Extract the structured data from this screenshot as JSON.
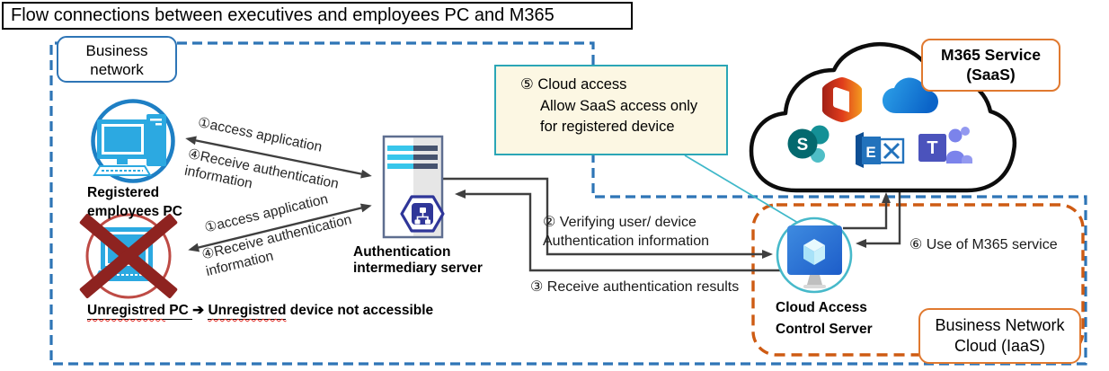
{
  "title": "Flow connections between executives and employees PC and M365",
  "labels": {
    "business_network": "Business\nnetwork",
    "registered_pc": "Registered\nemployees PC",
    "auth_server": "Authentication\nintermediary server",
    "cloud_access_server": "Cloud Access\nControl Server",
    "m365_service": "M365 Service\n(SaaS)",
    "iaas": "Business Network\nCloud (IaaS)"
  },
  "note": {
    "lines": [
      "⑤ Cloud access",
      "Allow SaaS access only",
      "for registered device"
    ]
  },
  "flows": {
    "access_app_1": "①access application",
    "receive_auth_1": "④Receive authentication\ninformation",
    "access_app_2": "①access application",
    "receive_auth_2": "④Receive authentication\ninformation",
    "verify": "② Verifying user/ device\nAuthentication information",
    "receive_results": "③ Receive authentication results",
    "use_m365": "⑥ Use of M365 service"
  },
  "unregistered_caption": {
    "word1": "Unregistred",
    "word1b": " PC ",
    "arrow": "➔",
    "word2": "Unregistred",
    "rest": " device not accessible"
  },
  "cloud_icons": {
    "sharepoint_letter": "S",
    "exchange_letter": "E",
    "teams_letter": "T"
  },
  "colors": {
    "network_border_blue": "#2E75B6",
    "iaas_border_orange": "#CE5B13",
    "note_border_teal": "#2BA6B6",
    "pc_cyan": "#2CA9E1",
    "unregistered_red": "#8E2320",
    "arrow_gray": "#3F3F3F"
  }
}
